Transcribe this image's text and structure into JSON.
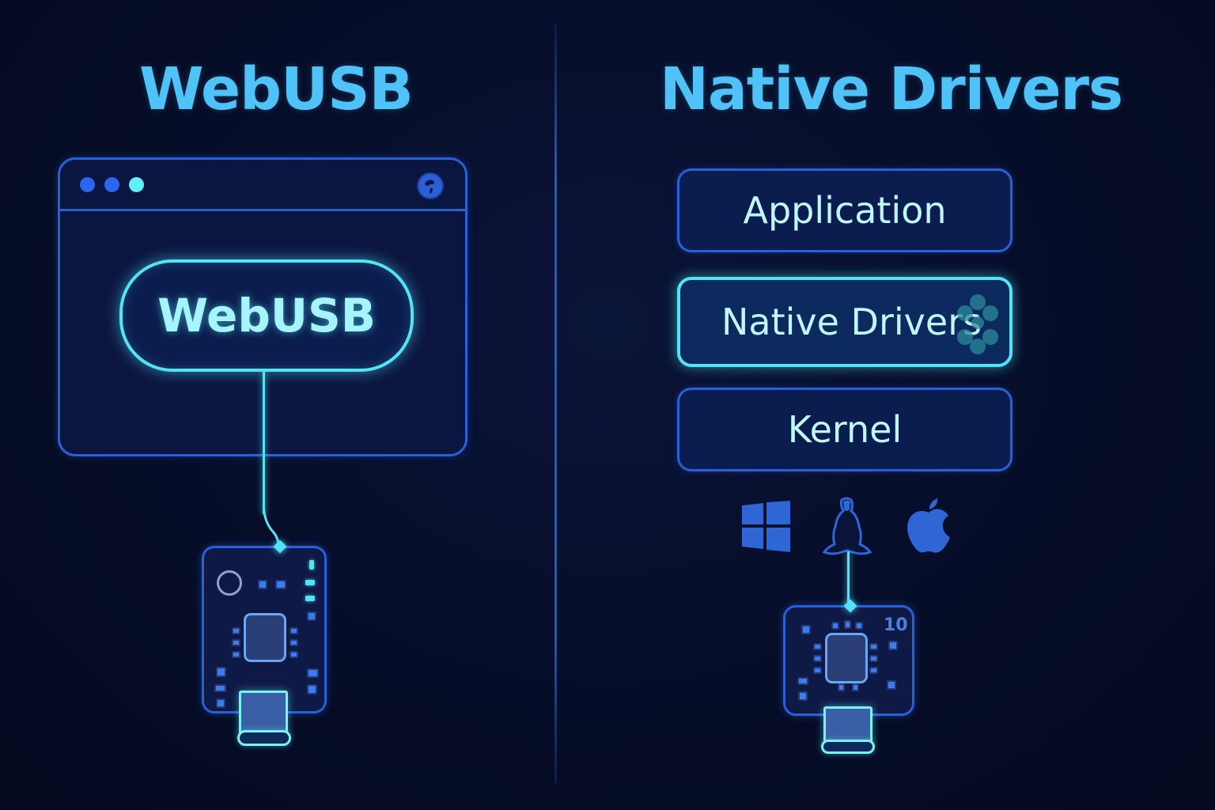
{
  "left_panel": {
    "title": "WebUSB",
    "browser": {
      "window_dots": [
        "#2a66f0",
        "#2a66f0",
        "#5ef2f8"
      ],
      "corner_icon": "globe-icon",
      "pill_label": "WebUSB"
    },
    "device": {
      "label": "usb-device-board"
    }
  },
  "right_panel": {
    "title": "Native Drivers",
    "stack": [
      {
        "label": "Application",
        "active": false
      },
      {
        "label": "Native Drivers",
        "active": true
      },
      {
        "label": "Kernel",
        "active": false
      }
    ],
    "os_icons": [
      "windows-icon",
      "linux-icon",
      "apple-icon"
    ],
    "device": {
      "board_marking": "10"
    }
  },
  "colors": {
    "background": "#060d28",
    "title": "#4fc3f7",
    "border_blue": "#2a5fd8",
    "glow_cyan": "#54e3f5"
  }
}
